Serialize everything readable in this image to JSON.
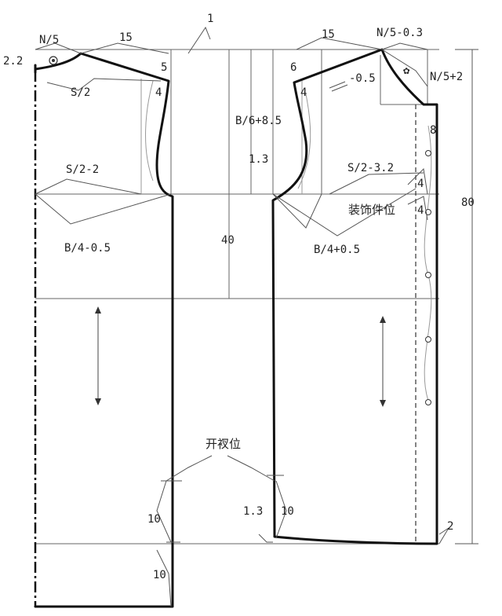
{
  "diagram": {
    "labels": {
      "n5": "N/5",
      "v15_left": "15",
      "v1": "1",
      "v15_right": "15",
      "n5_minus_03": "N/5-0.3",
      "v22": "2.2",
      "v5": "5",
      "v6": "6",
      "n5_plus_2": "N/5+2",
      "s2": "S/2",
      "v4_left": "4",
      "v4_right": "4",
      "minus_05": "-0.5",
      "v8": "8",
      "b6_plus_85": "B/6+8.5",
      "v13_top": "1.3",
      "s2_minus_2": "S/2-2",
      "s2_minus_32": "S/2-3.2",
      "v4_a": "4",
      "v4_b": "4",
      "decor_position": "装饰件位",
      "v80": "80",
      "b4_minus_05": "B/4-0.5",
      "b4_plus_05": "B/4+0.5",
      "v40": "40",
      "slit_position": "开衩位",
      "v10_a": "10",
      "v10_b": "10",
      "v13_bottom": "1.3",
      "v2": "2",
      "v10_c": "10"
    }
  }
}
